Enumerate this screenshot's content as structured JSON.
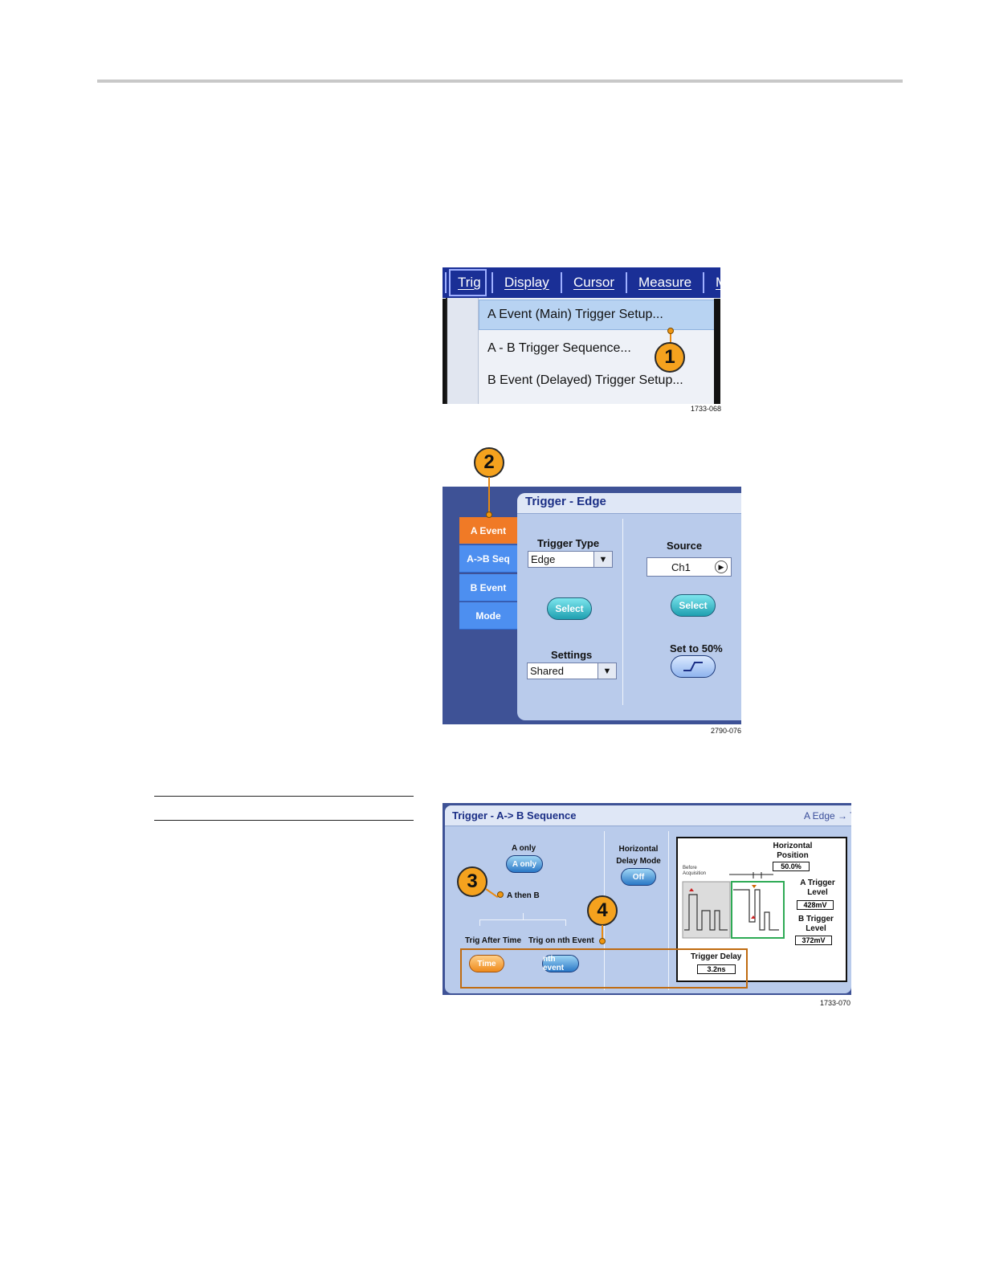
{
  "figure1": {
    "menu": [
      "Trig",
      "Display",
      "Cursor",
      "Measure",
      "M"
    ],
    "items": [
      "A Event (Main) Trigger Setup...",
      "A - B Trigger Sequence...",
      "B Event (Delayed) Trigger Setup..."
    ],
    "code": "1733-068"
  },
  "figure2": {
    "title": "Trigger - Edge",
    "tabs": [
      "A Event",
      "A->B Seq",
      "B Event",
      "Mode"
    ],
    "trigger_type_label": "Trigger Type",
    "trigger_type_value": "Edge",
    "source_label": "Source",
    "source_value": "Ch1",
    "select_label": "Select",
    "settings_label": "Settings",
    "settings_value": "Shared",
    "set50_label": "Set to 50%",
    "code": "2790-076"
  },
  "figure3": {
    "title": "Trigger - A-> B Sequence",
    "subtitle": "A Edge → T",
    "a_only_label": "A only",
    "a_only_button": "A only",
    "a_then_b": "A then B",
    "horizontal_delay_mode": "Horizontal Delay Mode",
    "off_button": "Off",
    "trig_after_time": "Trig After Time",
    "trig_on_nth_event": "Trig on nth Event",
    "time_button": "Time",
    "nth_event_button": "nth event",
    "horizontal_position_label": "Horizontal Position",
    "horizontal_position_value": "50.0%",
    "before_acquisition": "Before Acquisition",
    "a_trigger_level_label": "A Trigger Level",
    "a_trigger_level_value": "428mV",
    "b_trigger_level_label": "B Trigger Level",
    "b_trigger_level_value": "372mV",
    "trigger_delay_label": "Trigger Delay",
    "trigger_delay_value": "3.2ns",
    "code": "1733-070"
  },
  "callouts": [
    "1",
    "2",
    "3",
    "4"
  ],
  "colors": {
    "menubar": "#1a2f96",
    "accent_orange": "#f5a21e",
    "panel_blue": "#b9cbeb",
    "tab_blue": "#4d8ff0"
  }
}
